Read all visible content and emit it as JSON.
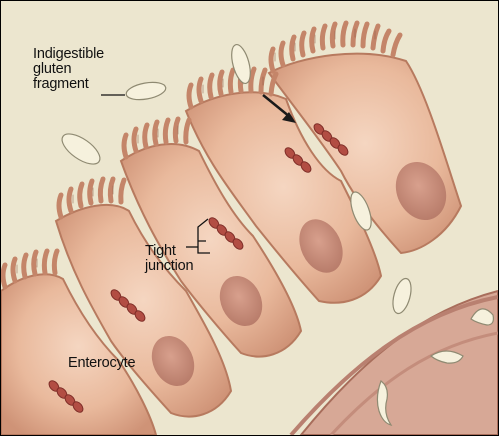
{
  "labels": {
    "gluten_line1": "Indigestible",
    "gluten_line2": "gluten",
    "gluten_line3": "fragment",
    "tight_line1": "Tight",
    "tight_line2": "junction",
    "enterocyte": "Enterocyte"
  },
  "colors": {
    "background": "#ece6cf",
    "cell_fill": "#e7b79b",
    "cell_outline": "#b77a5f",
    "nucleus": "#c88f7c",
    "microvilli": "#c98a70",
    "junction_beads": "#b24d43",
    "gluten_fragment": "#f6f1dd",
    "basement_membrane": "#c99480",
    "arrow": "#1a1a1a"
  },
  "icons": [
    "down-right-arrow"
  ]
}
